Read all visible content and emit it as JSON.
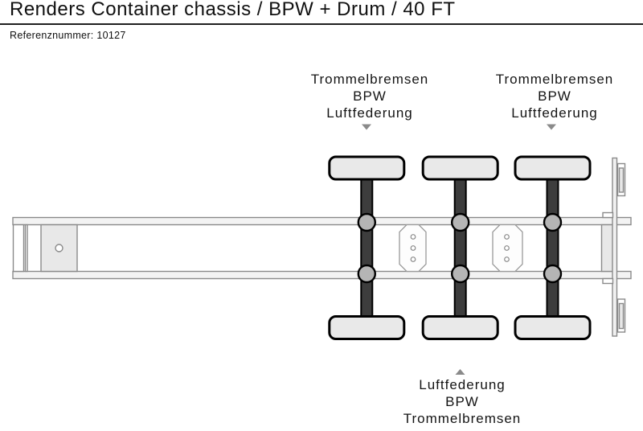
{
  "header": {
    "title": "Renders Container chassis / BPW + Drum / 40 FT",
    "reference_label": "Referenznummer:",
    "reference_value": "10127"
  },
  "diagram": {
    "labels_top_left": {
      "line1": "Trommelbremsen",
      "line2": "BPW",
      "line3": "Luftfederung"
    },
    "labels_top_right": {
      "line1": "Trommelbremsen",
      "line2": "BPW",
      "line3": "Luftfederung"
    },
    "labels_bottom": {
      "line1": "Luftfederung",
      "line2": "BPW",
      "line3": "Trommelbremsen"
    }
  },
  "colors": {
    "text": "#161616",
    "divider": "#1f1f1f",
    "outline": "#8a8a8a",
    "plate_fill": "#e8e8e8",
    "wheel_fill": "#e9e9e9",
    "axle_fill": "#3d3d3d",
    "hub_fill": "#b5b5b5",
    "arrow": "#8a8a8a"
  }
}
